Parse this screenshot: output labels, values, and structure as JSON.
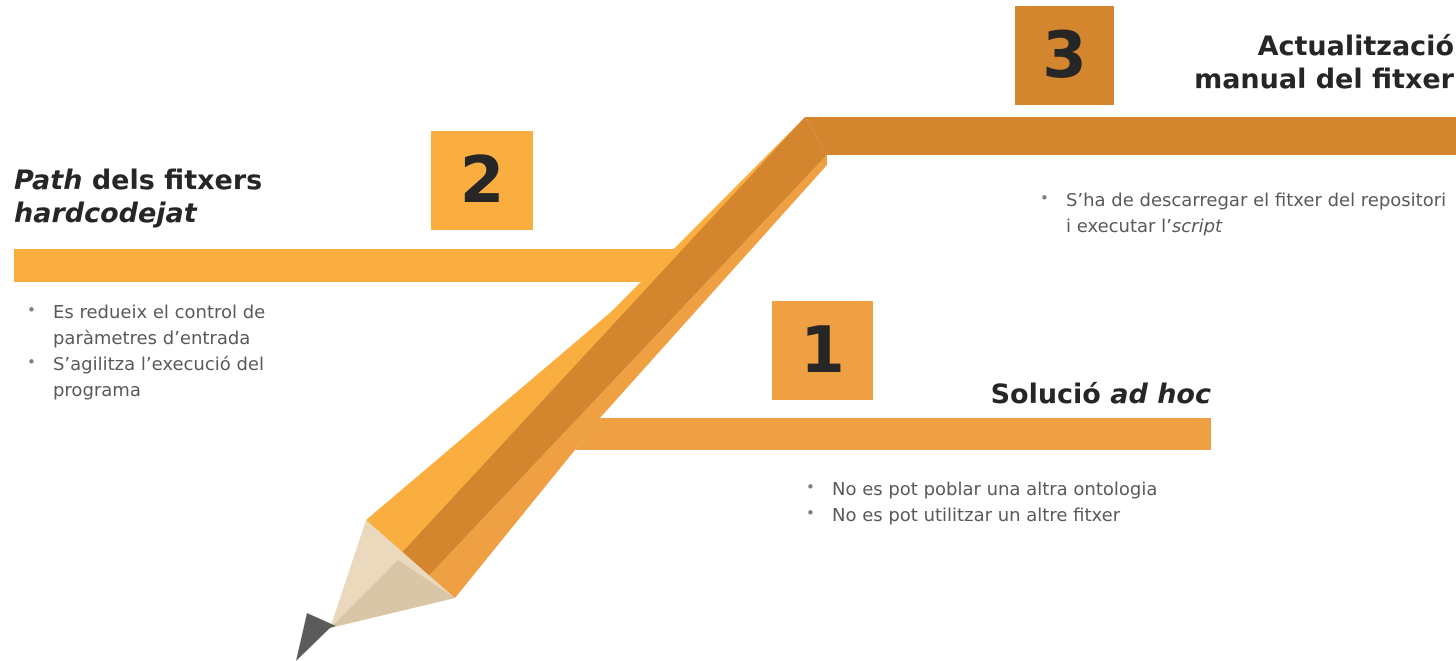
{
  "colors": {
    "orange_light": "#FBAE40",
    "orange_mid": "#EFA043",
    "orange_dark": "#D3862E",
    "pencil_wood": "#EAD9BD",
    "pencil_wood_shade": "#D9C6A6",
    "pencil_tip": "#5B5B5B",
    "text_dark": "#262626",
    "text_gray": "#595959"
  },
  "steps": [
    {
      "number": "1",
      "title_plain": "Solució ",
      "title_italic": "ad hoc",
      "bullets": [
        "No es pot poblar una altra ontologia",
        "No es pot utilitzar un altre fitxer"
      ]
    },
    {
      "number": "2",
      "title_italic_1": "Path",
      "title_plain": " dels fitxers",
      "title_italic_2": "hardcodejat",
      "bullets": [
        "Es redueix el control de paràmetres d’entrada",
        "S’agilitza l’execució del programa"
      ]
    },
    {
      "number": "3",
      "title_line_1": "Actualització",
      "title_line_2": "manual del fitxer",
      "bullet_plain": "S’ha de descarregar el fitxer del repositori i executar l’",
      "bullet_italic": "script"
    }
  ]
}
